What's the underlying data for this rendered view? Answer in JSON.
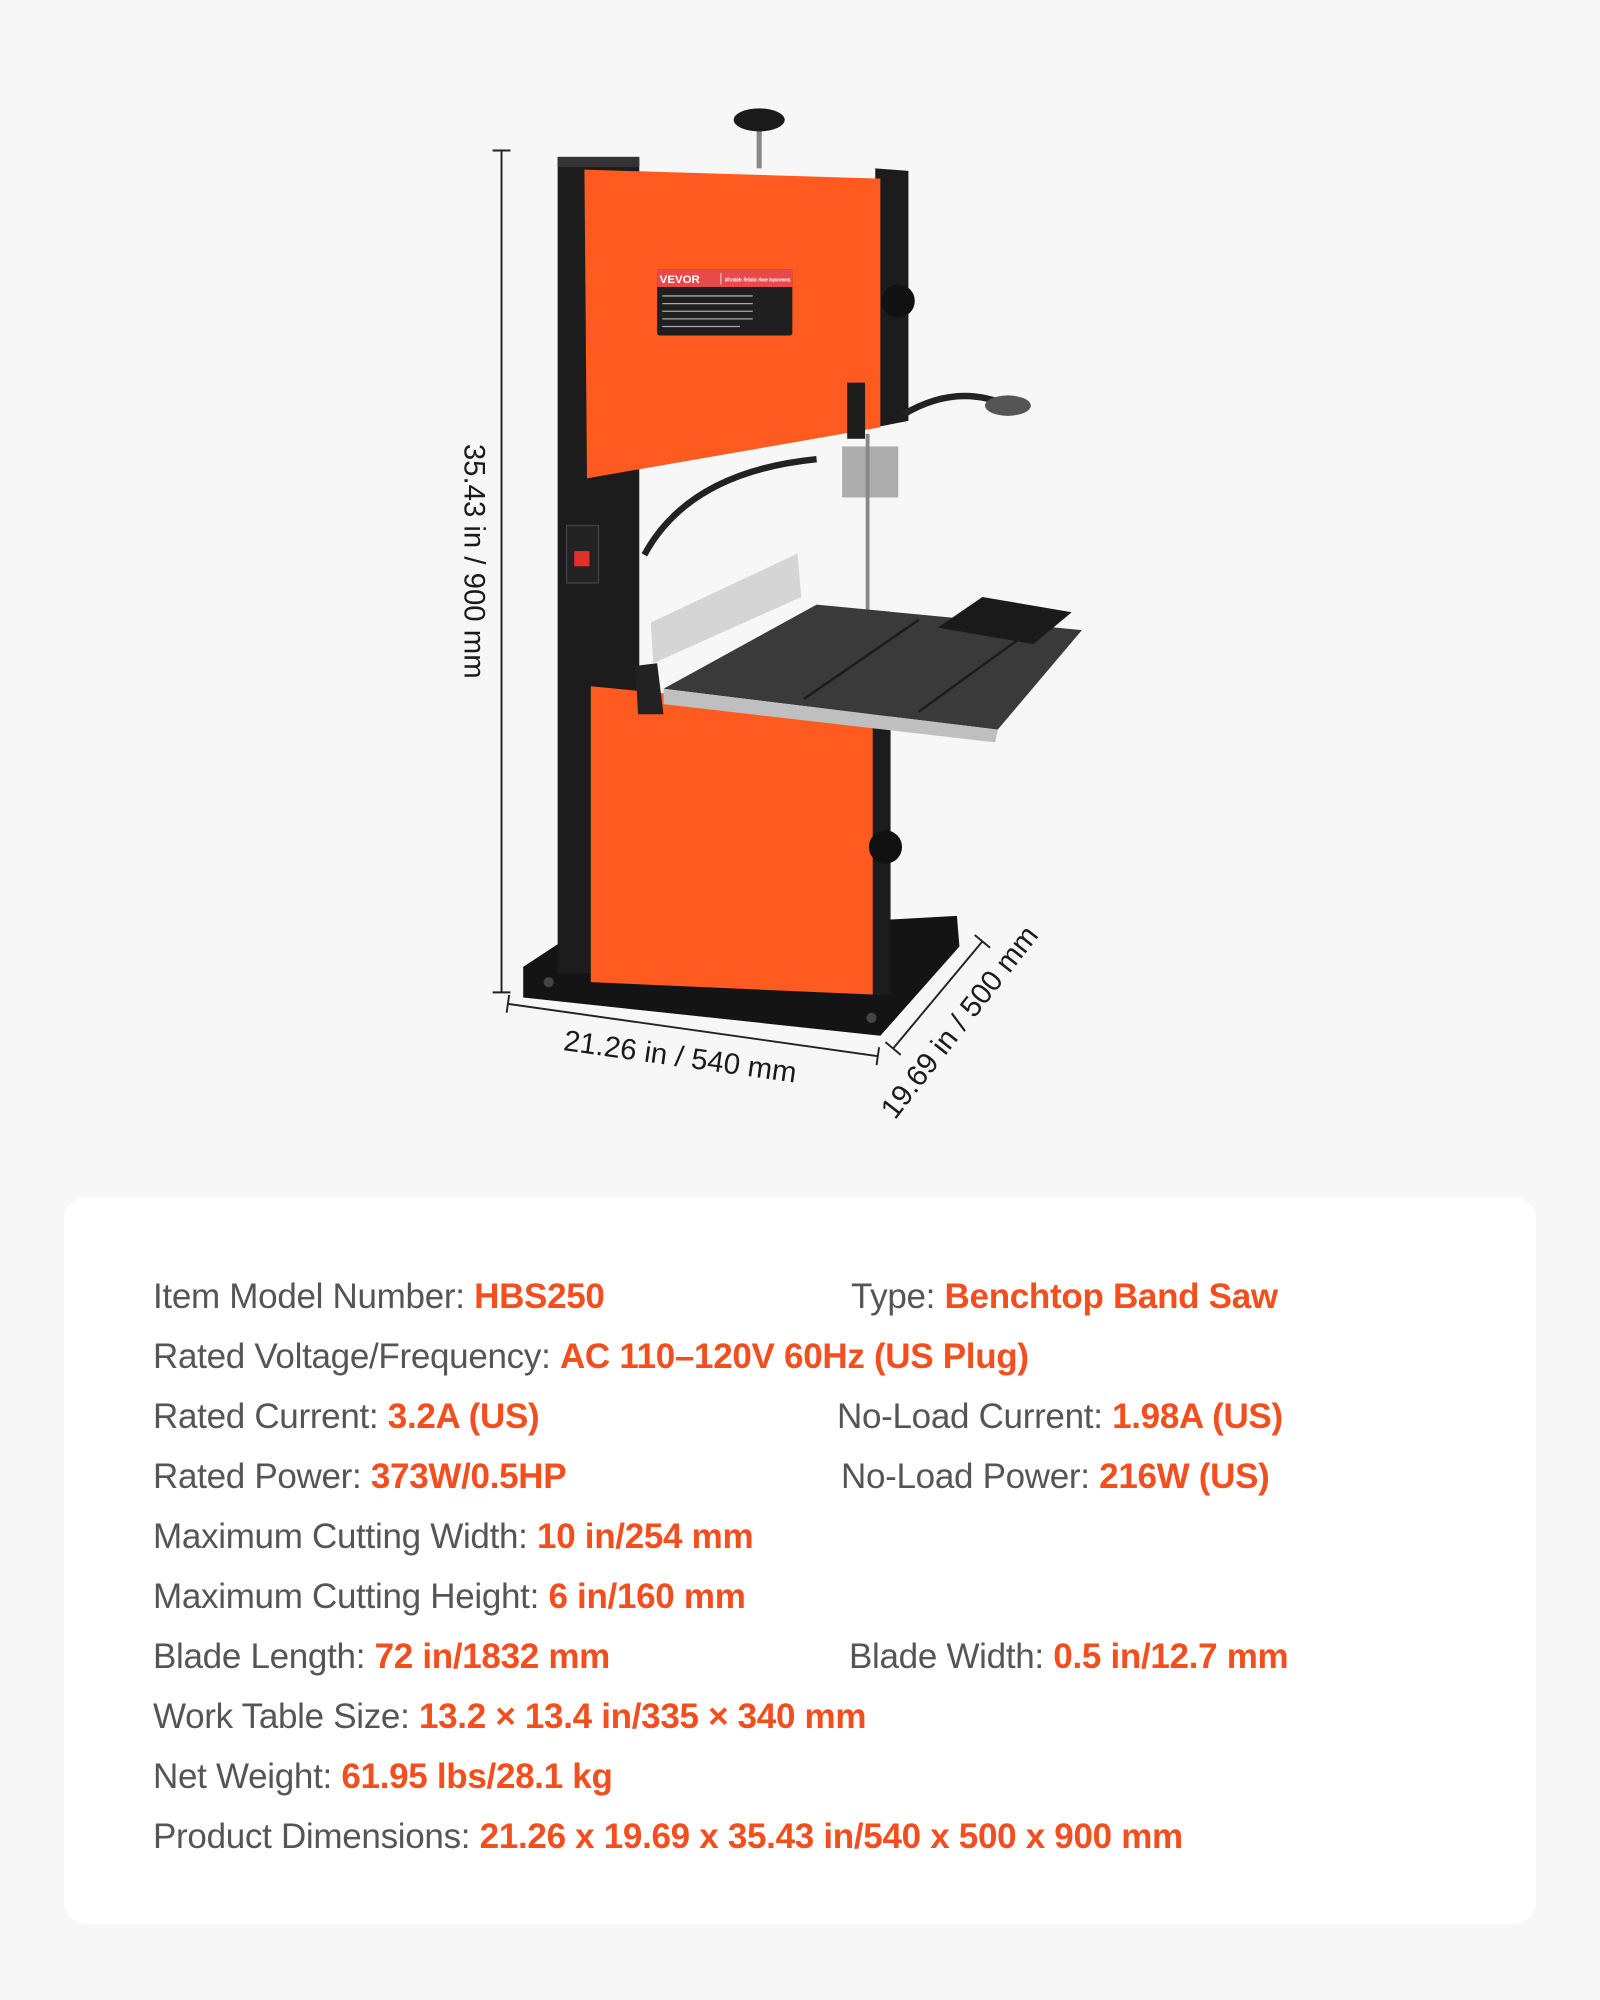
{
  "colors": {
    "accent": "#f24e1e",
    "label_text": "#555555",
    "saw_body": "#ff5a1f",
    "frame": "#1c1c1c"
  },
  "product_image": {
    "brand_logo": "VEVOR",
    "brand_tagline": "Affordable. Reliable. Home Improvement.",
    "dimensions": {
      "height": "35.43 in / 900 mm",
      "width": "21.26 in / 540 mm",
      "depth": "19.69 in / 500 mm"
    }
  },
  "specs": {
    "model": {
      "label": "Item Model Number:",
      "value": "HBS250"
    },
    "type": {
      "label": "Type:",
      "value": "Benchtop Band Saw"
    },
    "voltage": {
      "label": "Rated Voltage/Frequency:",
      "value": "AC 110–120V 60Hz (US Plug)"
    },
    "rated_current": {
      "label": "Rated Current:",
      "value": "3.2A (US)"
    },
    "no_load_current": {
      "label": "No-Load Current:",
      "value": "1.98A (US)"
    },
    "rated_power": {
      "label": "Rated Power:",
      "value": "373W/0.5HP"
    },
    "no_load_power": {
      "label": "No-Load Power:",
      "value": "216W (US)"
    },
    "max_cut_width": {
      "label": "Maximum Cutting Width:",
      "value": "10 in/254 mm"
    },
    "max_cut_height": {
      "label": "Maximum Cutting Height:",
      "value": "6 in/160 mm"
    },
    "blade_length": {
      "label": "Blade Length:",
      "value": "72 in/1832 mm"
    },
    "blade_width": {
      "label": "Blade Width:",
      "value": "0.5 in/12.7 mm"
    },
    "table_size": {
      "label": "Work Table Size:",
      "value": "13.2 × 13.4 in/335 × 340 mm"
    },
    "net_weight": {
      "label": "Net Weight:",
      "value": "61.95 lbs/28.1 kg"
    },
    "dimensions": {
      "label": "Product Dimensions:",
      "value": "21.26 x 19.69 x 35.43 in/540 x 500 x 900 mm"
    }
  }
}
